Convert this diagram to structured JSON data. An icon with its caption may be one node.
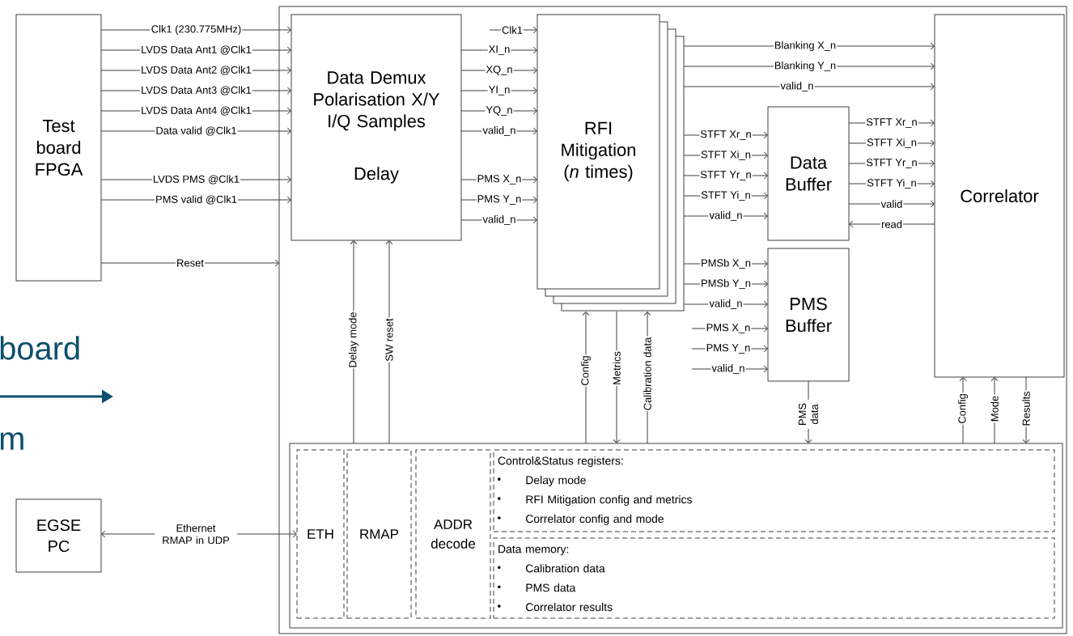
{
  "diagram": {
    "nodes": [
      {
        "text": [
          "Test board FPGA"
        ]
      },
      {
        "text": [],
        "shape": "box"
      },
      {
        "text": [
          "Data Demux Polarisation X/Y I/Q Samples",
          "Delay"
        ],
        "in": 1
      },
      {
        "text": [
          "RFI Mitigation (*n* times)"
        ],
        "in": 1
      },
      {
        "text": [
          "Data Buffer"
        ],
        "in": 1
      },
      {
        "text": [
          "PMS Buffer"
        ],
        "in": 1
      },
      {
        "text": [
          "Correlator"
        ],
        "in": 1
      },
      {
        "text": [],
        "shape": "box",
        "in": 1
      },
      {
        "text": [
          "ETH"
        ],
        "in": 7
      },
      {
        "text": [
          "RMAP"
        ],
        "in": 7
      },
      {
        "text": [
          "ADDR decode"
        ],
        "in": 7
      },
      {
        "text": [
          "Control&Status registers:",
          "Delay mode",
          "RFI Mitigation config and metrics",
          "Correlator config and mode"
        ],
        "in": 7
      },
      {
        "text": [
          "Data memory:",
          "Calibration data",
          "PMS data",
          "Correlator results"
        ],
        "in": 7
      },
      {
        "text": [
          "EGSE PC"
        ]
      }
    ],
    "edges": [
      {
        "from": 0,
        "to": 2,
        "arrow": "to",
        "label": "Clk1 (230.775MHz)"
      },
      {
        "from": 0,
        "to": 2,
        "arrow": "to",
        "label": "LVDS Data Ant1 @Clk1"
      },
      {
        "from": 0,
        "to": 2,
        "arrow": "to",
        "label": "LVDS Data Ant2 @Clk1"
      },
      {
        "from": 0,
        "to": 2,
        "arrow": "to",
        "label": "LVDS Data Ant3 @Clk1"
      },
      {
        "from": 0,
        "to": 2,
        "arrow": "to",
        "label": "LVDS Data Ant4 @Clk1"
      },
      {
        "from": 0,
        "to": 2,
        "arrow": "to",
        "label": "Data valid @Clk1"
      },
      {
        "from": 0,
        "to": 2,
        "arrow": "to",
        "label": "LVDS PMS @Clk1"
      },
      {
        "from": 0,
        "to": 2,
        "arrow": "to",
        "label": "PMS valid @Clk1"
      },
      {
        "from": 0,
        "to": 1,
        "arrow": "to",
        "label": "Reset"
      },
      {
        "from": 13,
        "to": 8,
        "arrow": "both",
        "label": "Ethernet RMAP in UDP"
      },
      {
        "from": null,
        "to": 3,
        "arrow": "to",
        "label": "Clk1"
      },
      {
        "from": 2,
        "to": 3,
        "arrow": "to",
        "label": "XI_n"
      },
      {
        "from": 2,
        "to": 3,
        "arrow": "to",
        "label": "XQ_n"
      },
      {
        "from": 2,
        "to": 3,
        "arrow": "to",
        "label": "YI_n"
      },
      {
        "from": 2,
        "to": 3,
        "arrow": "to",
        "label": "YQ_n"
      },
      {
        "from": 2,
        "to": 3,
        "arrow": "to",
        "label": "valid_n"
      },
      {
        "from": 2,
        "to": 3,
        "arrow": "to",
        "label": "PMS X_n"
      },
      {
        "from": 2,
        "to": 3,
        "arrow": "to",
        "label": "PMS Y_n"
      },
      {
        "from": 2,
        "to": 3,
        "arrow": "to",
        "label": "valid_n"
      },
      {
        "from": 3,
        "to": 6,
        "arrow": "to",
        "label": "Blanking X_n"
      },
      {
        "from": 3,
        "to": 6,
        "arrow": "to",
        "label": "Blanking Y_n"
      },
      {
        "from": 3,
        "to": 6,
        "arrow": "to",
        "label": "valid_n"
      },
      {
        "from": 3,
        "to": 4,
        "arrow": "to",
        "label": "STFT Xr_n"
      },
      {
        "from": 3,
        "to": 4,
        "arrow": "to",
        "label": "STFT Xi_n"
      },
      {
        "from": 3,
        "to": 4,
        "arrow": "to",
        "label": "STFT Yr_n"
      },
      {
        "from": 3,
        "to": 4,
        "arrow": "to",
        "label": "STFT Yi_n"
      },
      {
        "from": 3,
        "to": 4,
        "arrow": "to",
        "label": "valid_n"
      },
      {
        "from": 3,
        "to": 5,
        "arrow": "to",
        "label": "PMSb X_n"
      },
      {
        "from": 3,
        "to": 5,
        "arrow": "to",
        "label": "PMSb Y_n"
      },
      {
        "from": 3,
        "to": 5,
        "arrow": "to",
        "label": "valid_n"
      },
      {
        "from": null,
        "to": 5,
        "arrow": "to",
        "label": "PMS X_n"
      },
      {
        "from": null,
        "to": 5,
        "arrow": "to",
        "label": "PMS Y_n"
      },
      {
        "from": null,
        "to": 5,
        "arrow": "to",
        "label": "valid_n"
      },
      {
        "from": 4,
        "to": 6,
        "arrow": "to",
        "label": "STFT Xr_n"
      },
      {
        "from": 4,
        "to": 6,
        "arrow": "to",
        "label": "STFT Xi_n"
      },
      {
        "from": 4,
        "to": 6,
        "arrow": "to",
        "label": "STFT Yr_n"
      },
      {
        "from": 4,
        "to": 6,
        "arrow": "to",
        "label": "STFT Yi_n"
      },
      {
        "from": 4,
        "to": 6,
        "arrow": "to",
        "label": "valid"
      },
      {
        "from": 6,
        "to": 4,
        "arrow": "to",
        "label": "read"
      },
      {
        "from": 7,
        "to": 2,
        "arrow": "to",
        "label": "Delay mode"
      },
      {
        "from": 7,
        "to": 2,
        "arrow": "to",
        "label": "SW reset"
      },
      {
        "from": 7,
        "to": 3,
        "arrow": "to",
        "label": "Config"
      },
      {
        "from": 3,
        "to": 7,
        "arrow": "to",
        "label": "Metrics"
      },
      {
        "from": 7,
        "to": 3,
        "arrow": "to",
        "label": "Calibration data"
      },
      {
        "from": 5,
        "to": 7,
        "arrow": "to",
        "label": "PMS data"
      },
      {
        "from": 7,
        "to": 6,
        "arrow": "to",
        "label": "Config"
      },
      {
        "from": 7,
        "to": 6,
        "arrow": "to",
        "label": "Mode"
      },
      {
        "from": 6,
        "to": 7,
        "arrow": "to",
        "label": "Results"
      }
    ],
    "labels": [
      "board",
      "m"
    ]
  }
}
